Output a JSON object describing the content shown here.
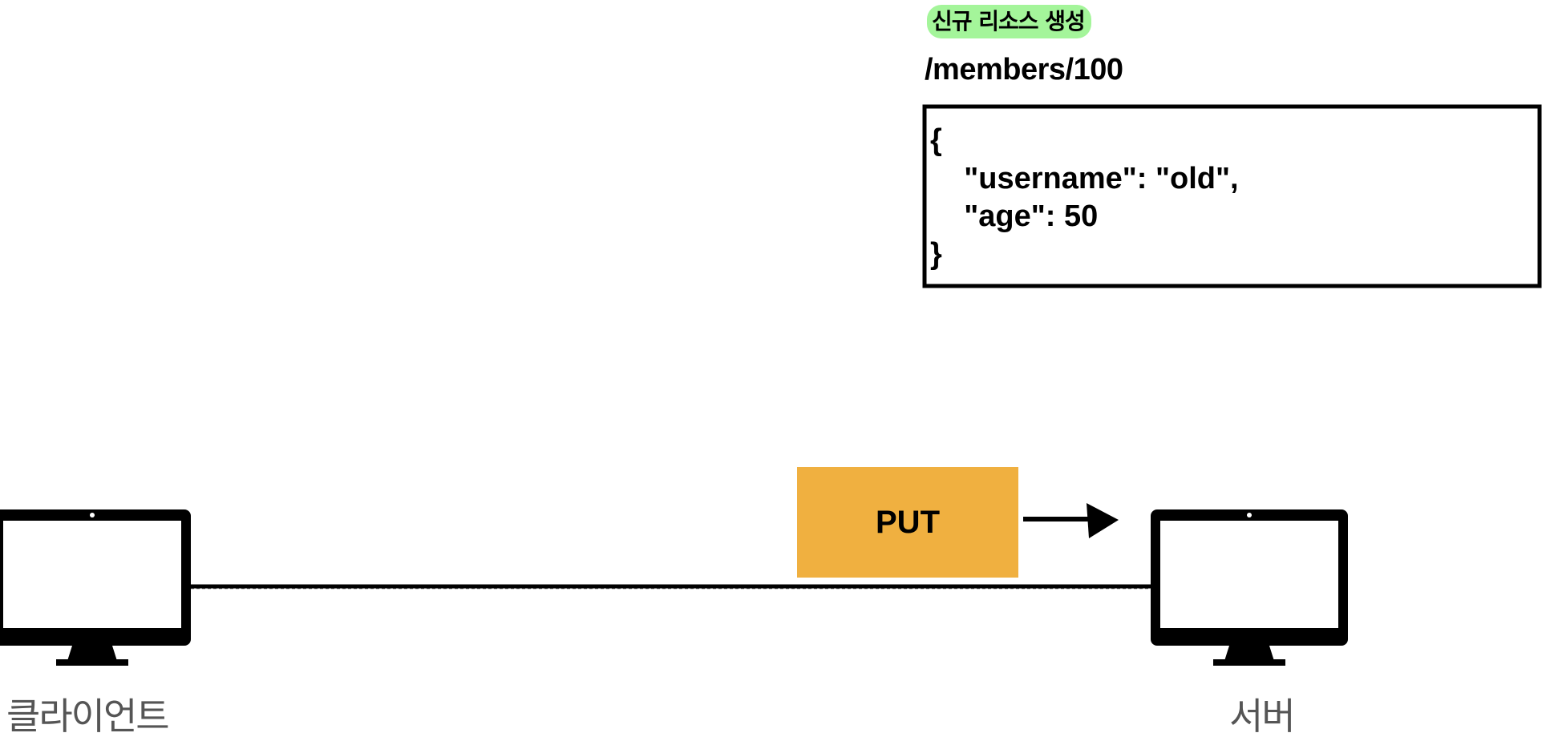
{
  "diagram": {
    "badge": {
      "label": "신규 리소스 생성",
      "color": "#a4f59a"
    },
    "resource": {
      "path": "/members/100",
      "json_lines": [
        "{",
        "    \"username\": \"old\",",
        "    \"age\": 50",
        "}"
      ]
    },
    "request": {
      "method": "PUT",
      "color": "#f0b040",
      "direction": "client-to-server"
    },
    "nodes": {
      "client": {
        "label": "클라이언트",
        "icon": "monitor-icon"
      },
      "server": {
        "label": "서버",
        "icon": "monitor-icon"
      }
    }
  }
}
